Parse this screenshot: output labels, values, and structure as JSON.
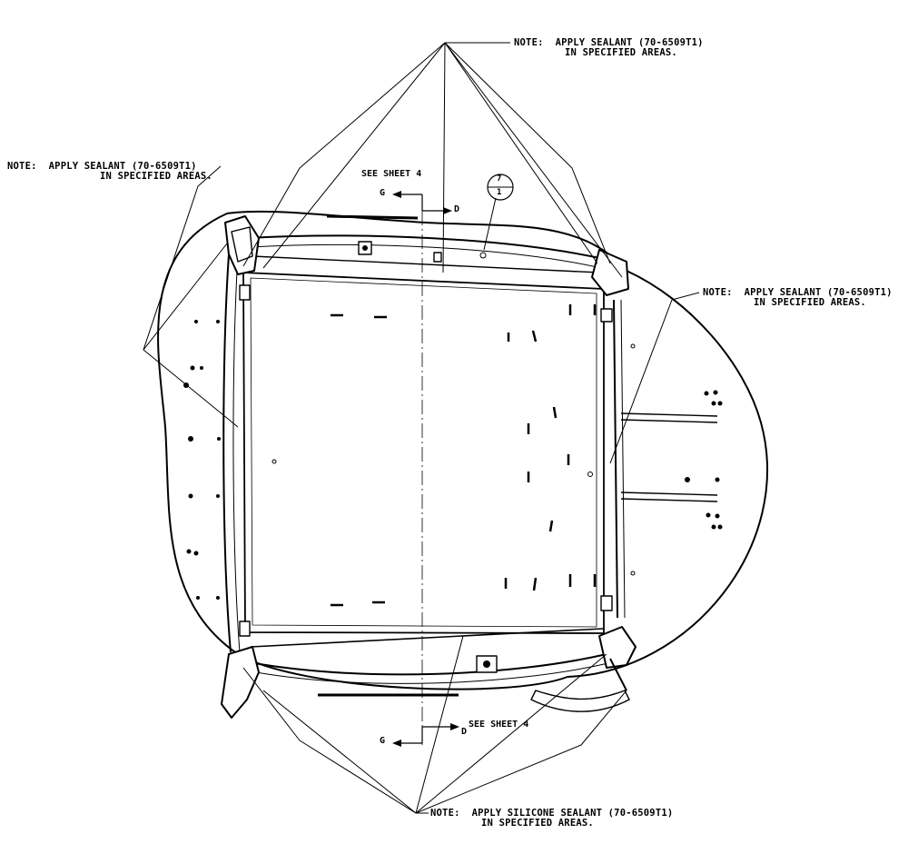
{
  "notes": {
    "top": {
      "line1": "NOTE:  APPLY SEALANT (70-6509T1)",
      "line2": "IN SPECIFIED AREAS."
    },
    "left": {
      "line1": "NOTE:  APPLY SEALANT (70-6509T1)",
      "line2": "IN SPECIFIED AREAS."
    },
    "right": {
      "line1": "NOTE:  APPLY SEALANT (70-6509T1)",
      "line2": "IN SPECIFIED AREAS."
    },
    "bottom": {
      "line1": "NOTE:  APPLY SILICONE SEALANT (70-6509T1)",
      "line2": "IN SPECIFIED AREAS."
    }
  },
  "section_views": {
    "top": {
      "see_sheet": "SEE SHEET 4",
      "left_letter": "G",
      "right_letter": "D"
    },
    "bottom": {
      "see_sheet": "SEE SHEET 4",
      "left_letter": "G",
      "right_letter": "D"
    }
  },
  "detail_callout": {
    "top": "7",
    "bottom": "1"
  }
}
